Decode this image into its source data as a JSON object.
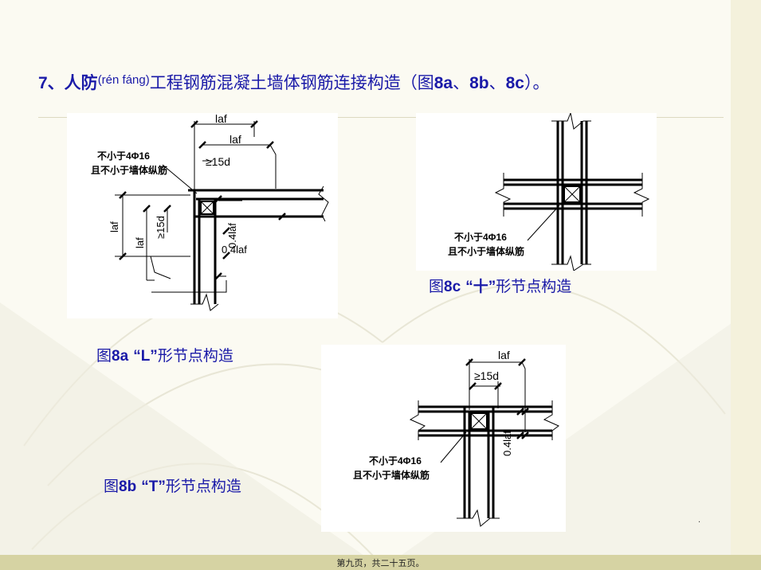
{
  "title": {
    "prefix": "7、人防",
    "ruby": "(rén fáng)",
    "main": "工程钢筋混凝土墙体钢筋连接构造（图",
    "ref_a": "8a",
    "sep1": "、",
    "ref_b": "8b",
    "sep2": "、",
    "ref_c": "8c",
    "suffix": "）。"
  },
  "figures": {
    "a": {
      "prefix": "图",
      "id": "8a",
      "quote": "“L”",
      "suffix": "形节点构造"
    },
    "b": {
      "prefix": "图",
      "id": "8b",
      "quote": "“T”",
      "suffix": "形节点构造"
    },
    "c": {
      "prefix": "图",
      "id": "8c",
      "quote": "“十”",
      "suffix": "形节点构造"
    }
  },
  "labels": {
    "laf": "laf",
    "ge15d": "≥15d",
    "ge15d_vertical": "≥15d",
    "zero4laf": "0.4laf",
    "note_line1": "不小于4Φ16",
    "note_line2": "且不小于墙体纵筋"
  },
  "footer": "第九页，共二十五页。",
  "dot": "."
}
